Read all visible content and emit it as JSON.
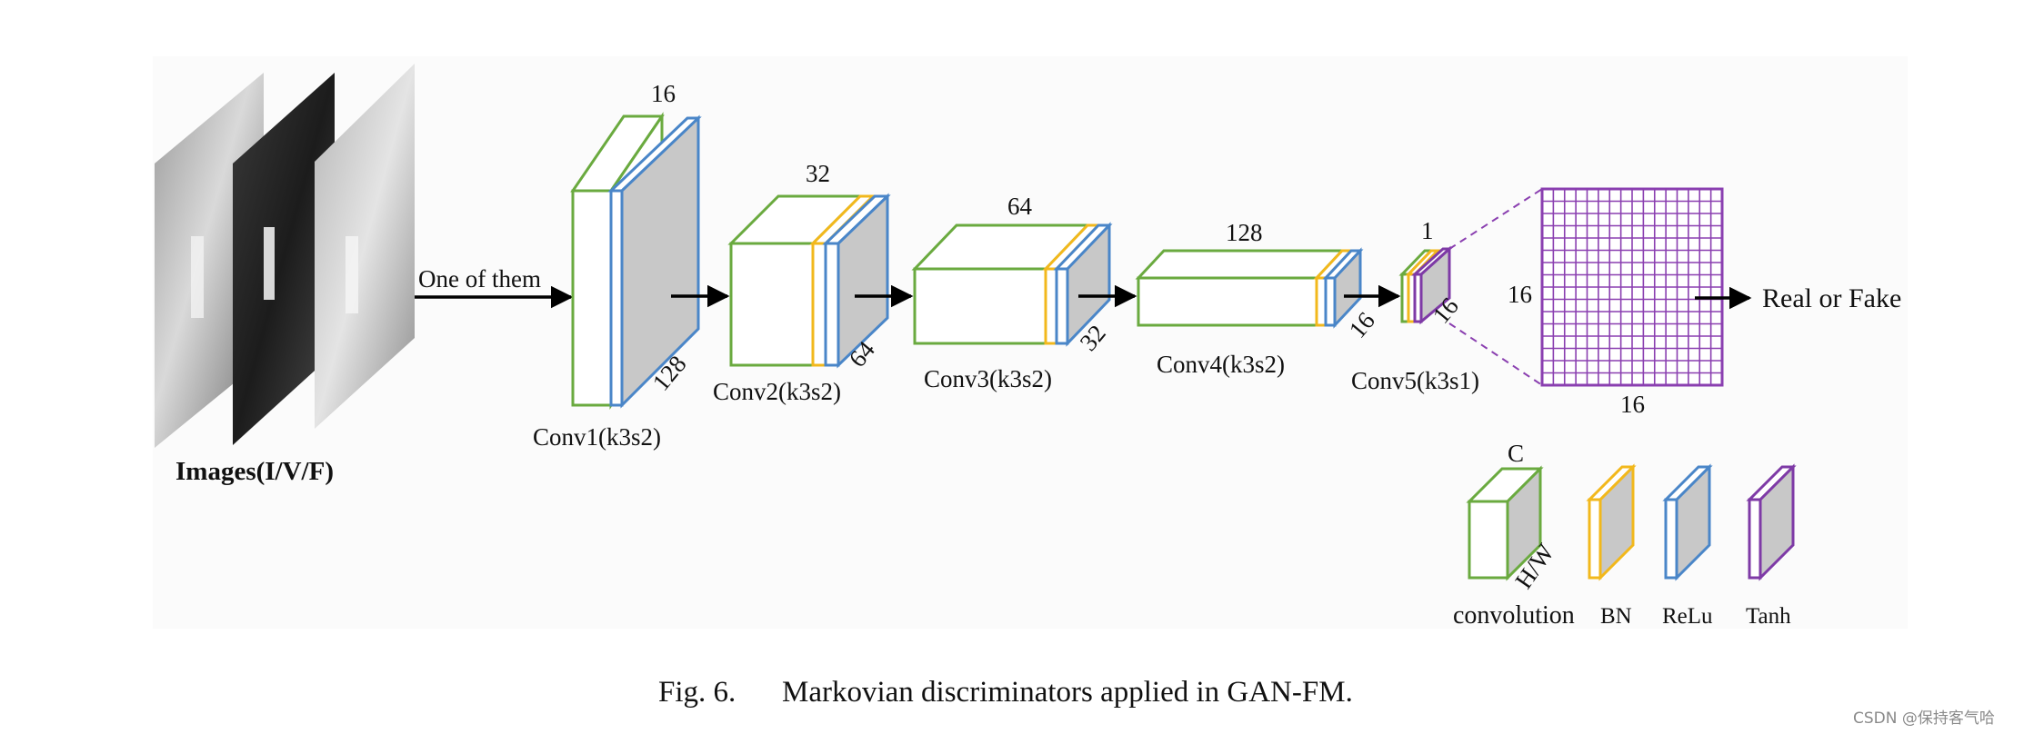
{
  "colors": {
    "conv": "#6aaa3f",
    "bn": "#f2b81c",
    "relu": "#4a86c8",
    "tanh": "#7e3aa6",
    "grid": "#8a3fb0",
    "feature_face": "#c8c8c8"
  },
  "input": {
    "label": "Images(I/V/F)",
    "arrow_label": "One of them"
  },
  "blocks": [
    {
      "label": "Conv1(k3s2)",
      "channels": "16",
      "size": "128"
    },
    {
      "label": "Conv2(k3s2)",
      "channels": "32",
      "size": "64"
    },
    {
      "label": "Conv3(k3s2)",
      "channels": "64",
      "size": "32"
    },
    {
      "label": "Conv4(k3s2)",
      "channels": "128",
      "size": "16"
    },
    {
      "label": "Conv5(k3s1)",
      "channels": "1",
      "size": "16"
    }
  ],
  "patch_grid": {
    "height_label": "16",
    "width_label": "16",
    "rows": 16,
    "cols": 16
  },
  "output_label": "Real or Fake",
  "legend": {
    "channel_label": "C",
    "size_label": "H/W",
    "items": [
      "convolution",
      "BN",
      "ReLu",
      "Tanh"
    ]
  },
  "caption": {
    "number": "Fig. 6.",
    "text": "Markovian discriminators applied in GAN-FM."
  },
  "watermark": "CSDN @保持客气哈"
}
